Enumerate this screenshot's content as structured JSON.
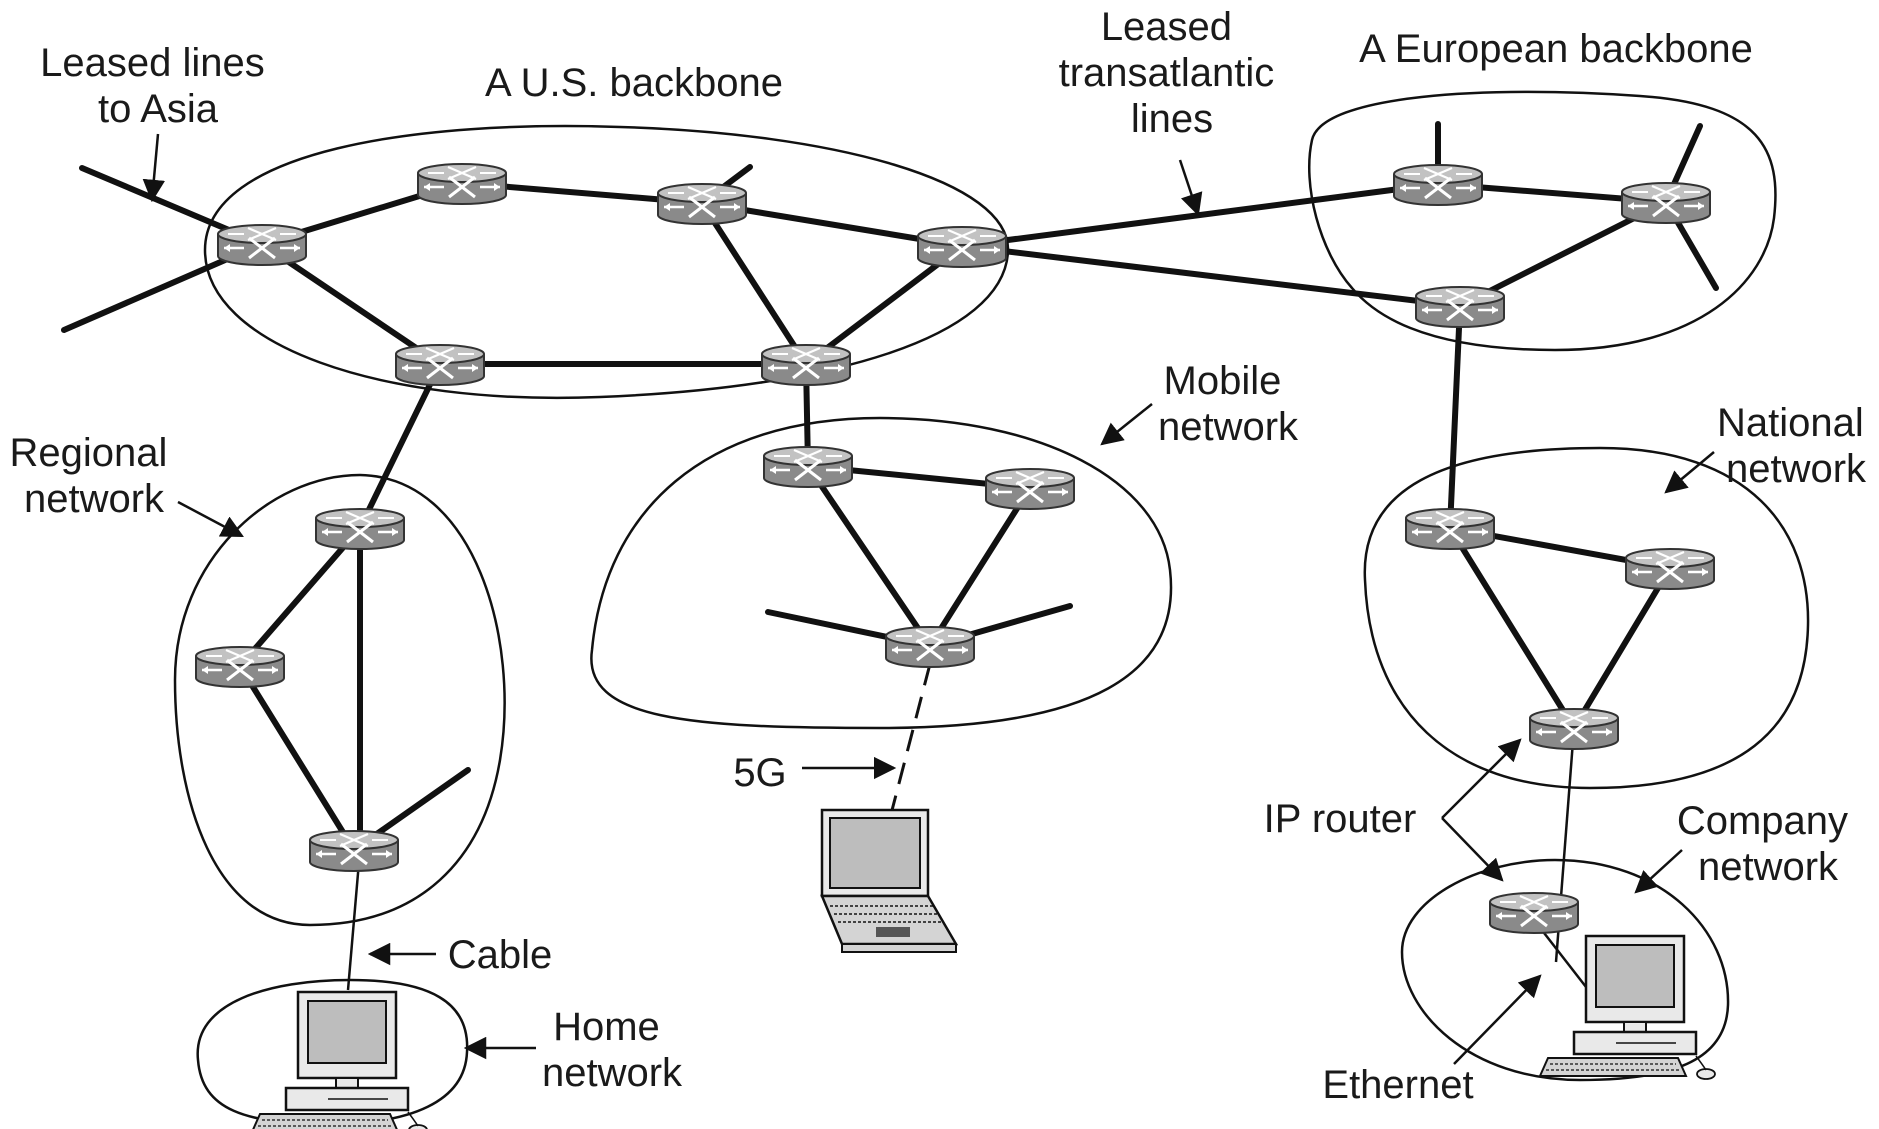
{
  "labels": {
    "leased_asia": [
      "Leased lines",
      "to Asia"
    ],
    "us_backbone": "A U.S. backbone",
    "leased_transatlantic": [
      "Leased",
      "transatlantic",
      "lines"
    ],
    "european_backbone": "A European backbone",
    "regional": [
      "Regional",
      "network"
    ],
    "mobile": [
      "Mobile",
      "network"
    ],
    "national": [
      "National",
      "network"
    ],
    "fiveg": "5G",
    "ip_router": "IP router",
    "company": [
      "Company",
      "network"
    ],
    "cable": "Cable",
    "home": [
      "Home",
      "network"
    ],
    "ethernet": "Ethernet"
  },
  "icons": {
    "router": "router-icon",
    "laptop": "laptop-icon",
    "desktop": "desktop-computer-icon"
  },
  "colors": {
    "line": "#111111",
    "router_body": "#8a8a8a",
    "router_top": "#c2c2c2",
    "screen": "#bdbdbd"
  }
}
